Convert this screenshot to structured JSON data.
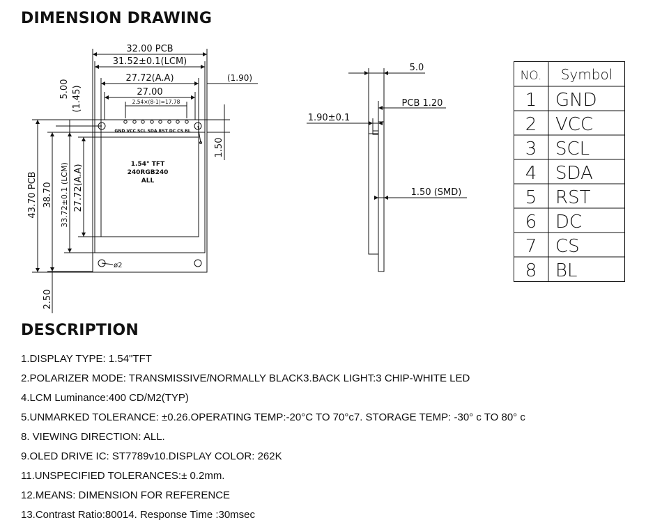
{
  "headings": {
    "dimension_drawing": "DIMENSION DRAWING",
    "description": "DESCRIPTION"
  },
  "front_view": {
    "dim_pcb_width": "32.00 PCB",
    "dim_lcm_width": "31.52±0.1(LCM)",
    "dim_aa_width": "27.72(A.A)",
    "dim_27": "27.00",
    "dim_pin_pitch": "2.54×(8-1)=17.78",
    "dim_right_gap": "(1.90)",
    "dim_top_5": "5.00",
    "dim_top_145": "(1.45)",
    "dim_right_150": "1.50",
    "dim_pcb_height": "43.70 PCB",
    "dim_3870": "38.70",
    "dim_lcm_height": "33.72±0.1 (LCM)",
    "dim_aa_height": "27.72(A.A)",
    "dim_bottom_250": "2.50",
    "hole_label": "ø2",
    "pin_labels": "GND VCC SCL SDA RST DC CS BL",
    "screen_line1": "1.54\" TFT",
    "screen_line2": "240RGB240",
    "screen_line3": "ALL"
  },
  "side_view": {
    "dim_thickness": "5.0",
    "dim_pcb": "PCB 1.20",
    "dim_offset": "1.90±0.1",
    "dim_smd": "1.50 (SMD)"
  },
  "pin_table": {
    "header_no": "NO.",
    "header_symbol": "Symbol",
    "rows": [
      {
        "no": "1",
        "symbol": "GND"
      },
      {
        "no": "2",
        "symbol": "VCC"
      },
      {
        "no": "3",
        "symbol": "SCL"
      },
      {
        "no": "4",
        "symbol": "SDA"
      },
      {
        "no": "5",
        "symbol": "RST"
      },
      {
        "no": "6",
        "symbol": "DC"
      },
      {
        "no": "7",
        "symbol": "CS"
      },
      {
        "no": "8",
        "symbol": "BL"
      }
    ]
  },
  "description_items": [
    "1.DISPLAY TYPE: 1.54\"TFT",
    "2.POLARIZER MODE: TRANSMISSIVE/NORMALLY BLACK3.BACK LIGHT:3 CHIP-WHITE LED",
    "4.LCM Luminance:400 CD/M2(TYP)",
    "5.UNMARKED TOLERANCE: ±0.26.OPERATING TEMP:-20°C TO 70°c7. STORAGE TEMP: -30° c TO 80° c",
    "8. VIEWING DIRECTION: ALL.",
    "9.OLED DRIVE IC: ST7789v10.DISPLAY COLOR: 262K",
    "11.UNSPECIFIED TOLERANCES:± 0.2mm.",
    "12.MEANS: DIMENSION FOR REFERENCE",
    "13.Contrast Ratio:80014. Response Time :30msec"
  ]
}
